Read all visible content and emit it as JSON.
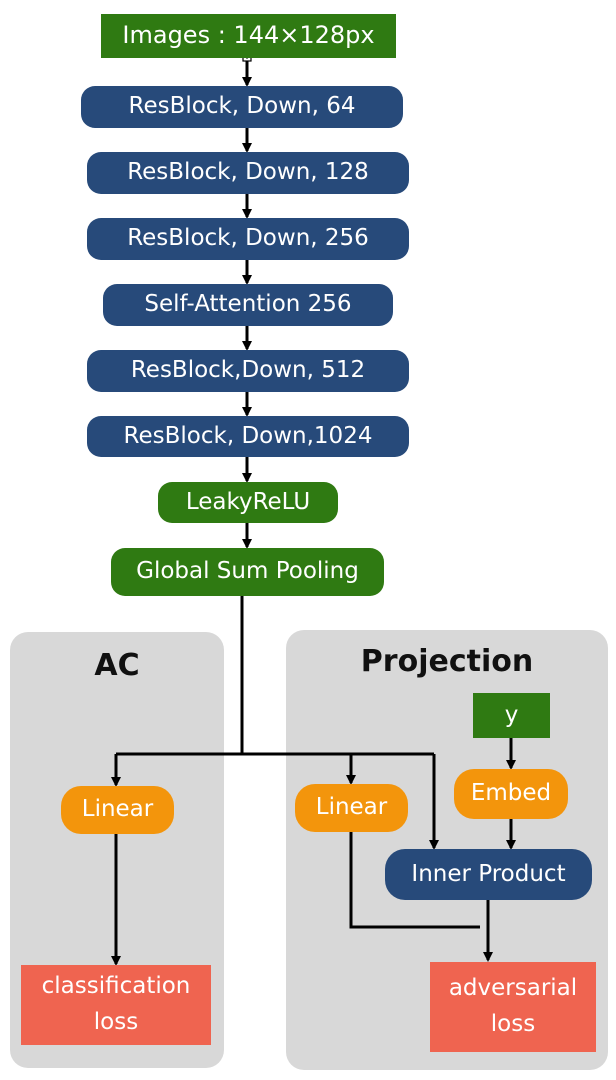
{
  "nodes": {
    "images": "Images : 144×128px",
    "res1": "ResBlock, Down, 64",
    "res2": "ResBlock, Down, 128",
    "res3": "ResBlock, Down, 256",
    "attn": "Self-Attention 256",
    "res4": "ResBlock,Down, 512",
    "res5": "ResBlock, Down,1024",
    "relu": "LeakyReLU",
    "pool": "Global Sum Pooling",
    "ac_linear": "Linear",
    "ac_loss": "classification loss",
    "proj_linear": "Linear",
    "y": "y",
    "embed": "Embed",
    "inner": "Inner Product",
    "adv_loss": "adversarial loss"
  },
  "panels": {
    "ac_title": "AC",
    "proj_title": "Projection"
  },
  "colors": {
    "green": "#2f7a12",
    "blue": "#274a7a",
    "orange": "#f3950c",
    "red": "#ef6450",
    "panel": "#d8d8d8"
  }
}
